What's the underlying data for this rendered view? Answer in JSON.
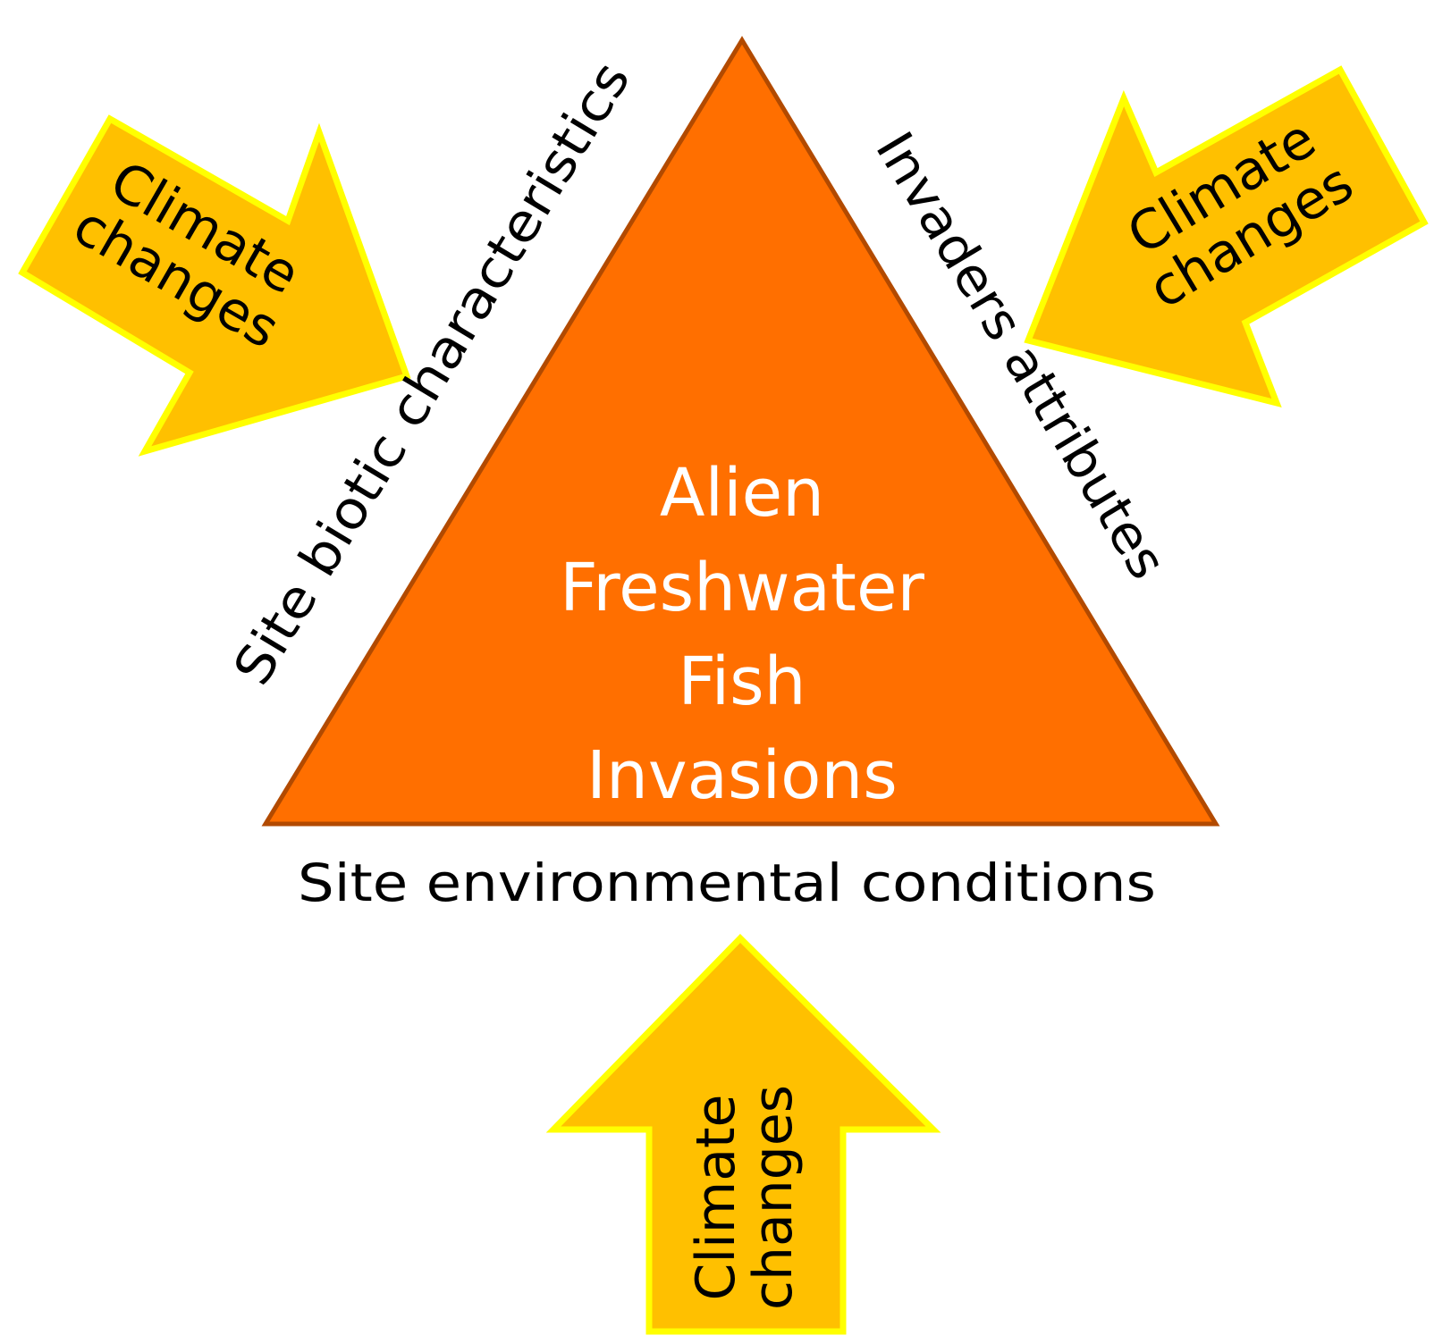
{
  "colors": {
    "triangle_fill": "#ff6f00",
    "triangle_stroke": "#b24a00",
    "arrow_fill": "#ffc000",
    "arrow_stroke": "#ffff00",
    "center_text": "#ffffff",
    "label_text": "#000000"
  },
  "center": {
    "line1": "Alien",
    "line2": "Freshwater",
    "line3": "Fish",
    "line4": "Invasions"
  },
  "sides": {
    "left": "Site biotic characteristics",
    "right": "Invaders attributes",
    "bottom": "Site environmental conditions"
  },
  "arrows": {
    "top_left": {
      "line1": "Climate",
      "line2": "changes"
    },
    "top_right": {
      "line1": "Climate",
      "line2": "changes"
    },
    "bottom": {
      "line1": "Climate",
      "line2": "changes"
    }
  }
}
